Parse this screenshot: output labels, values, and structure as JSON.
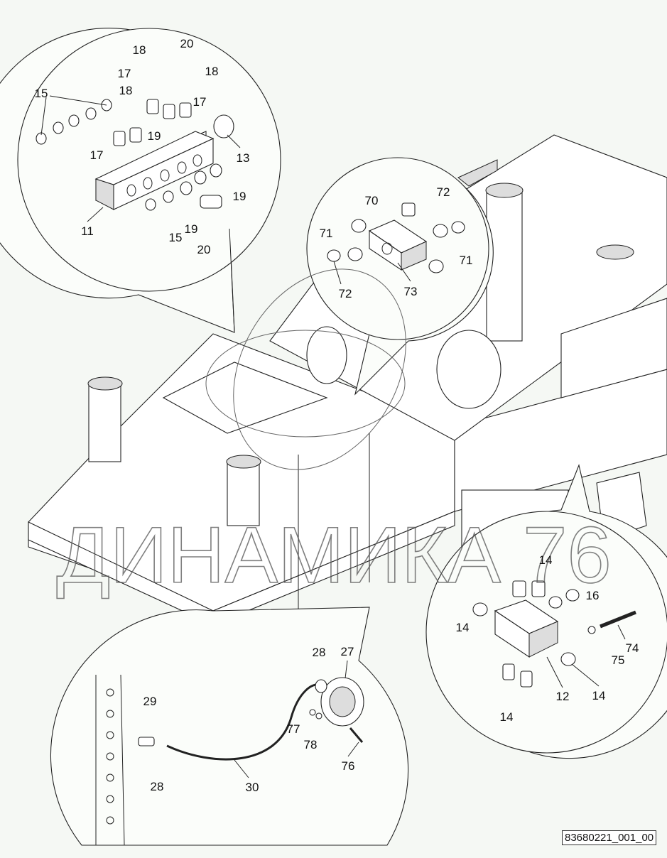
{
  "drawing_number": "83680221_001_00",
  "watermark": "ДИНАМИКА 76",
  "callouts": {
    "top_left": [
      "18",
      "20",
      "17",
      "18",
      "18",
      "15",
      "17",
      "19",
      "17",
      "13",
      "19",
      "11",
      "19",
      "15",
      "20"
    ],
    "center": [
      "70",
      "72",
      "71",
      "71",
      "72",
      "73"
    ],
    "right": [
      "14",
      "16",
      "14",
      "74",
      "75",
      "14",
      "12",
      "14"
    ],
    "bottom": [
      "28",
      "27",
      "29",
      "77",
      "78",
      "76",
      "28",
      "30"
    ]
  }
}
